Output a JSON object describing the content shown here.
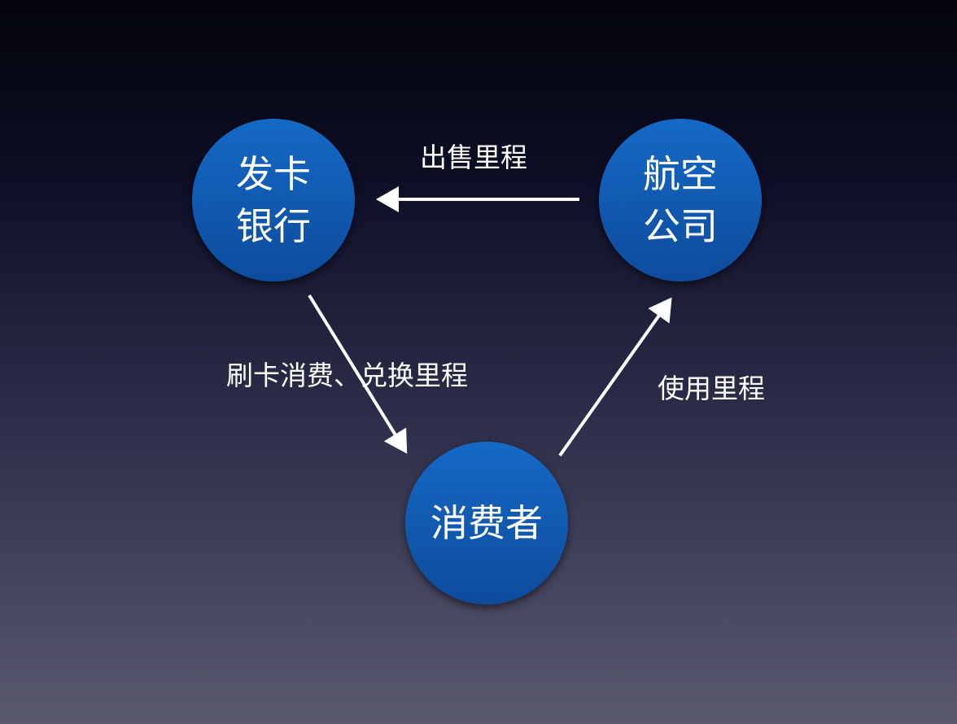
{
  "nodes": {
    "bank": {
      "line1": "发卡",
      "line2": "银行"
    },
    "airline": {
      "line1": "航空",
      "line2": "公司"
    },
    "consumer": {
      "line1": "消费者"
    }
  },
  "edges": {
    "airline_to_bank": "出售里程",
    "bank_to_consumer": "刷卡消费、兑换里程",
    "consumer_to_airline": "使用里程"
  },
  "colors": {
    "node": "#1262bb",
    "arrow": "#ffffff"
  }
}
